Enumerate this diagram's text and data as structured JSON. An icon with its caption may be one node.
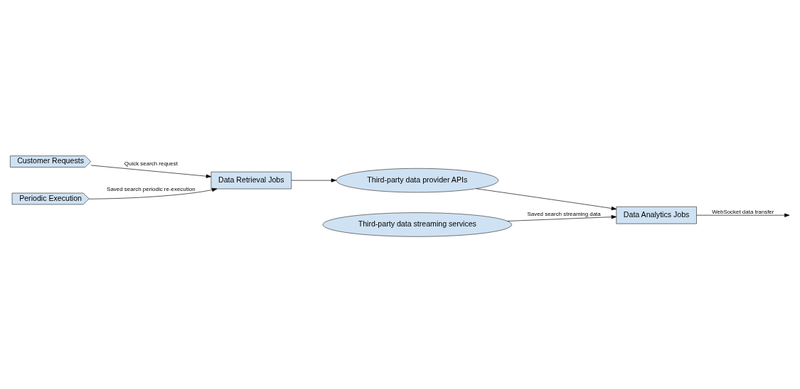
{
  "diagram": {
    "nodes": [
      {
        "text": [
          "Customer Requests"
        ]
      },
      {
        "text": [
          "Periodic Execution"
        ]
      },
      {
        "text": [
          "Data Retrieval Jobs"
        ]
      },
      {
        "text": [
          "Third-party data provider APIs"
        ]
      },
      {
        "text": [
          "Data Analytics Jobs"
        ]
      },
      {
        "text": [
          "Third-party data streaming services"
        ]
      }
    ],
    "edges": [
      {
        "from": 0,
        "to": 2,
        "arrow": "to",
        "label": "Quick search request"
      },
      {
        "from": 1,
        "to": 2,
        "arrow": "to",
        "label": "Saved search periodic re-execution"
      },
      {
        "from": 2,
        "to": 3,
        "arrow": "to"
      },
      {
        "from": 3,
        "to": 4,
        "arrow": "to"
      },
      {
        "from": 5,
        "to": 4,
        "arrow": "to",
        "label": "Saved search streaming data"
      },
      {
        "from": 4,
        "to": null,
        "arrow": "to",
        "label": "WebSocket data transfer"
      }
    ]
  }
}
